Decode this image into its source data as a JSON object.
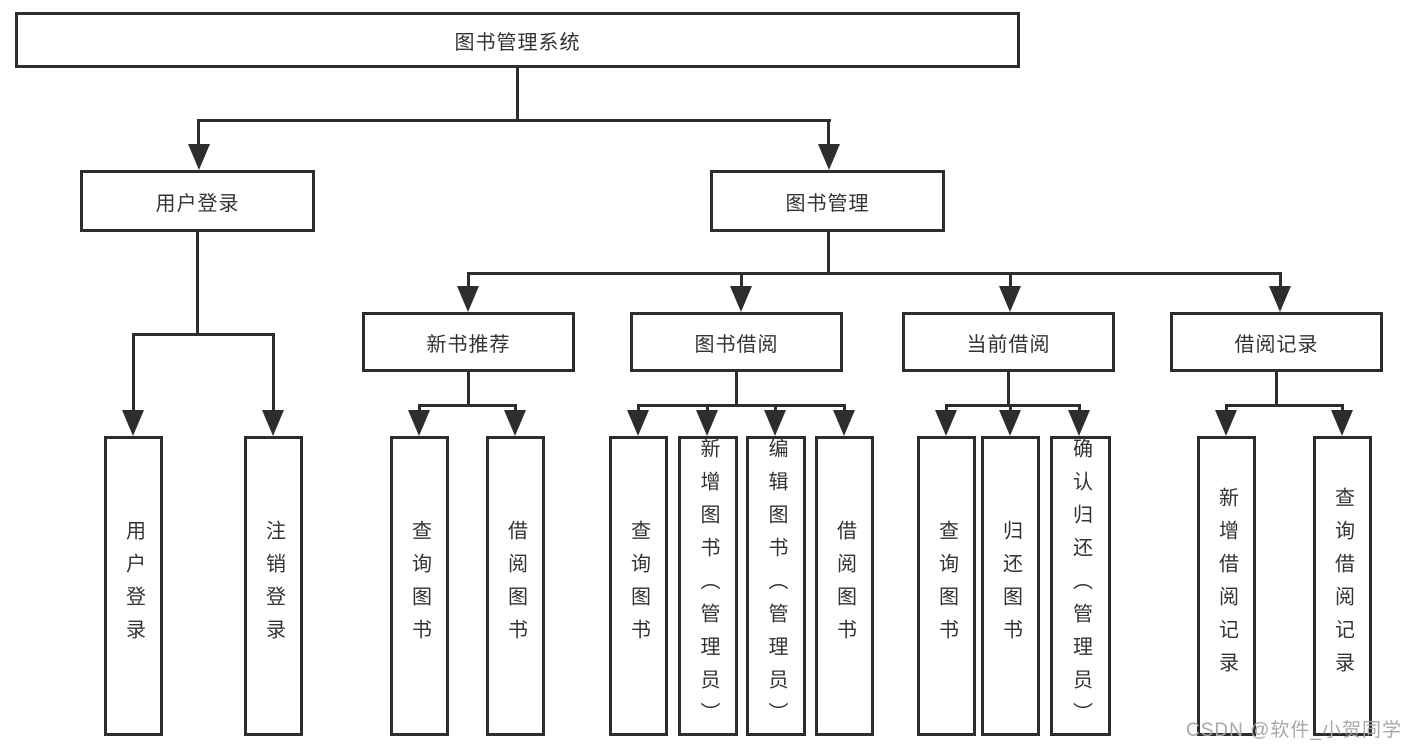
{
  "colors": {
    "line": "#2d2d2d",
    "text": "#333333",
    "watermark": "#a9a9a9",
    "background": "#ffffff"
  },
  "tree": {
    "root": {
      "label": "图书管理系统",
      "children": [
        {
          "label": "用户登录",
          "children": [
            {
              "label": "用户登录"
            },
            {
              "label": "注销登录"
            }
          ]
        },
        {
          "label": "图书管理",
          "children": [
            {
              "label": "新书推荐",
              "children": [
                {
                  "label": "查询图书"
                },
                {
                  "label": "借阅图书"
                }
              ]
            },
            {
              "label": "图书借阅",
              "children": [
                {
                  "label": "查询图书"
                },
                {
                  "label": "新增图书（管理员）"
                },
                {
                  "label": "编辑图书（管理员）"
                },
                {
                  "label": "借阅图书"
                }
              ]
            },
            {
              "label": "当前借阅",
              "children": [
                {
                  "label": "查询图书"
                },
                {
                  "label": "归还图书"
                },
                {
                  "label": "确认归还（管理员）"
                }
              ]
            },
            {
              "label": "借阅记录",
              "children": [
                {
                  "label": "新增借阅记录"
                },
                {
                  "label": "查询借阅记录"
                }
              ]
            }
          ]
        }
      ]
    }
  },
  "watermark": "CSDN @软件_小贺同学"
}
